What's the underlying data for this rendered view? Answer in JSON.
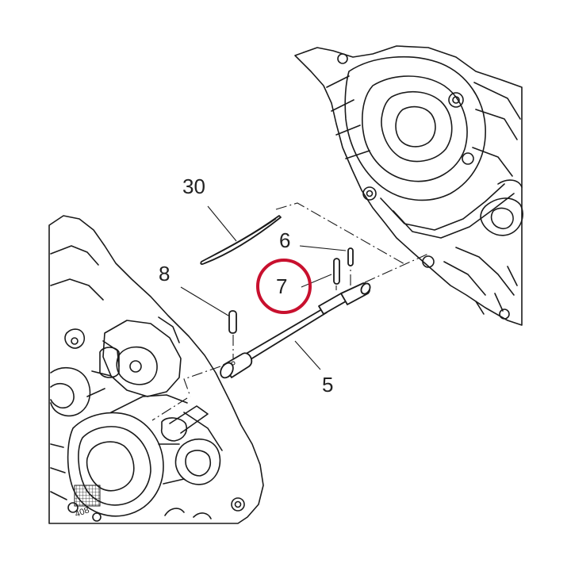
{
  "callouts": {
    "shaft": "5",
    "dowel_a": "6",
    "dowel_b": "7",
    "pin": "8",
    "seal_strip": "30"
  },
  "highlight_color": "#c8102e",
  "stamp": "408"
}
